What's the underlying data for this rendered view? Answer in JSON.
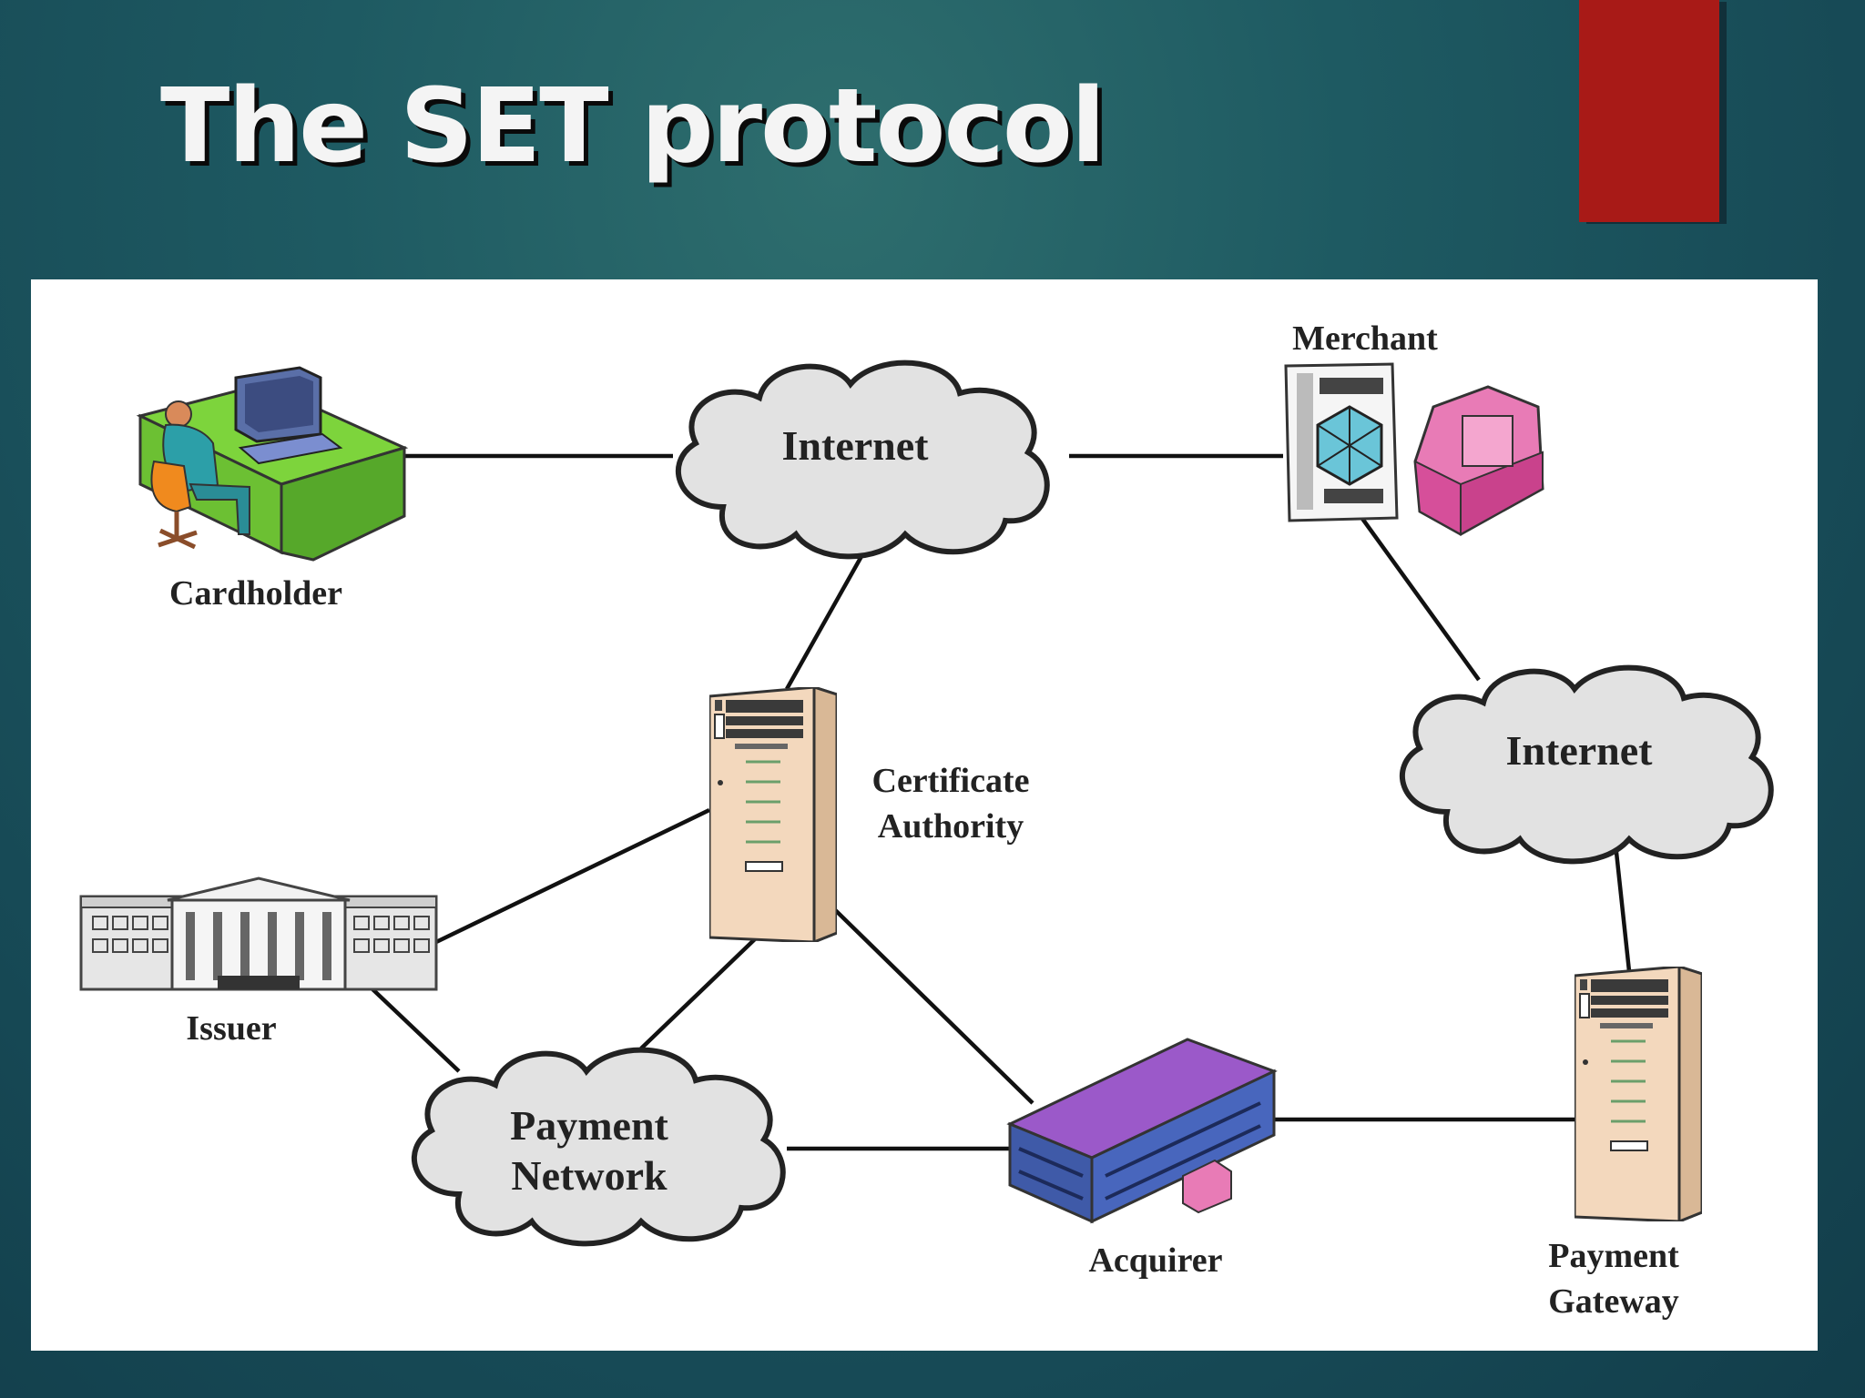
{
  "slide": {
    "title": "The SET protocol"
  },
  "colors": {
    "accent_bar": "#a81a17",
    "cloud_fill": "#e2e2e2",
    "panel_bg": "#ffffff"
  },
  "diagram": {
    "nodes": {
      "cardholder": {
        "label": "Cardholder",
        "icon": "person-at-desk-icon"
      },
      "merchant": {
        "label": "Merchant",
        "icon": "web-page-and-cash-register-icon"
      },
      "internet_top": {
        "label": "Internet"
      },
      "internet_right": {
        "label": "Internet"
      },
      "certificate_authority": {
        "label_lines": [
          "Certificate",
          "Authority"
        ],
        "icon": "server-tower-icon"
      },
      "issuer": {
        "label": "Issuer",
        "icon": "bank-building-icon"
      },
      "payment_network": {
        "label_lines": [
          "Payment",
          "Network"
        ]
      },
      "acquirer": {
        "label": "Acquirer",
        "icon": "office-building-icon"
      },
      "payment_gateway": {
        "label_lines": [
          "Payment",
          "Gateway"
        ],
        "icon": "server-tower-icon"
      }
    },
    "edges": [
      [
        "cardholder",
        "internet_top"
      ],
      [
        "internet_top",
        "merchant"
      ],
      [
        "internet_top",
        "certificate_authority"
      ],
      [
        "merchant",
        "internet_right"
      ],
      [
        "internet_right",
        "payment_gateway"
      ],
      [
        "certificate_authority",
        "issuer"
      ],
      [
        "certificate_authority",
        "payment_network"
      ],
      [
        "certificate_authority",
        "acquirer"
      ],
      [
        "issuer",
        "payment_network"
      ],
      [
        "payment_network",
        "acquirer"
      ],
      [
        "acquirer",
        "payment_gateway"
      ]
    ]
  }
}
